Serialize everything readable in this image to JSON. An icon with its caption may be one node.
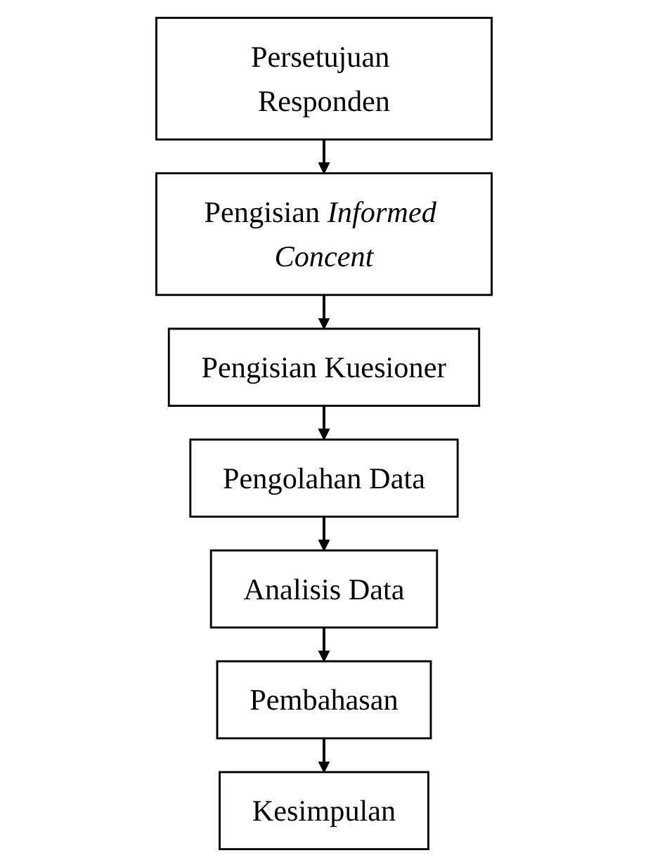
{
  "diagram": {
    "nodes": [
      {
        "text": [
          "Persetujuan Responden"
        ]
      },
      {
        "text": [
          "Pengisian *Informed Concent*"
        ]
      },
      {
        "text": [
          "Pengisian Kuesioner"
        ]
      },
      {
        "text": [
          "Pengolahan Data"
        ]
      },
      {
        "text": [
          "Analisis Data"
        ]
      },
      {
        "text": [
          "Pembahasan"
        ]
      },
      {
        "text": [
          "Kesimpulan"
        ]
      }
    ],
    "edges": [
      {
        "from": 0,
        "to": 1,
        "arrow": "to"
      },
      {
        "from": 1,
        "to": 2,
        "arrow": "to"
      },
      {
        "from": 2,
        "to": 3,
        "arrow": "to"
      },
      {
        "from": 3,
        "to": 4,
        "arrow": "to"
      },
      {
        "from": 4,
        "to": 5,
        "arrow": "to"
      },
      {
        "from": 5,
        "to": 6,
        "arrow": "to"
      }
    ]
  }
}
